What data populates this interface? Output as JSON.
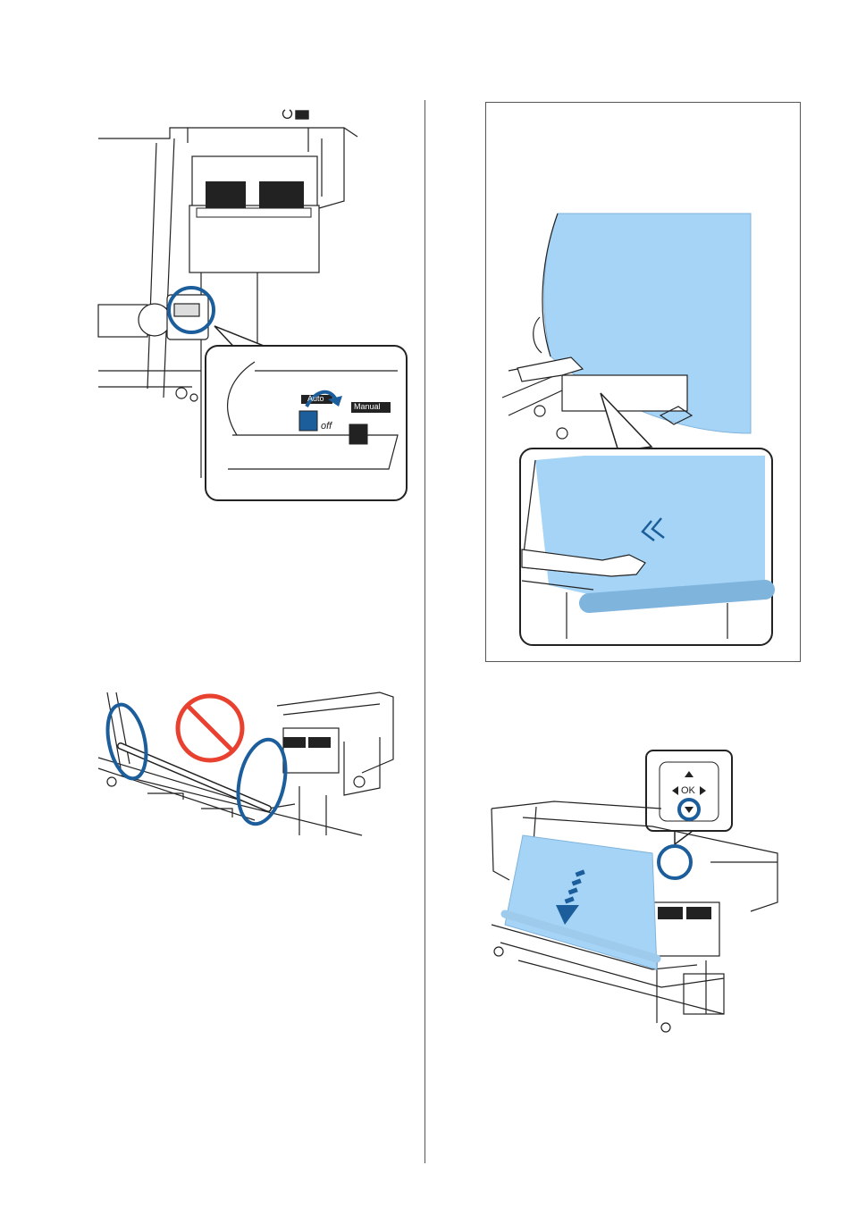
{
  "figure_1": {
    "switch_auto": "Auto",
    "switch_manual": "Manual",
    "switch_off": "off"
  },
  "figure_4": {
    "control_ok": "OK"
  },
  "colors": {
    "highlight": "#1b5e9b",
    "media": "#a6d4f6",
    "prohibit": "#e8412f",
    "line": "#222222"
  }
}
